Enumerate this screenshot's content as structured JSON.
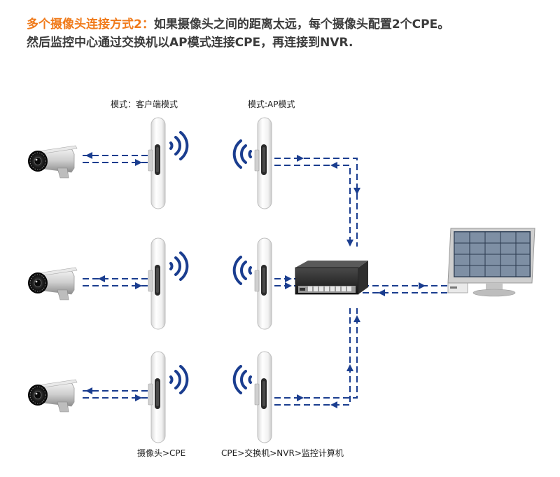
{
  "header": {
    "title_highlight": "多个摄像头连接方式2：",
    "title_rest": "如果摄像头之间的距离太远，每个摄像头配置2个CPE。",
    "subtitle": "然后监控中心通过交换机以AP模式连接CPE，再连接到NVR."
  },
  "labels": {
    "client_mode": "模式：客户端模式",
    "ap_mode": "模式:AP模式",
    "camera_to_cpe": "摄像头>CPE",
    "cpe_chain": "CPE>交换机>NVR>监控计算机"
  },
  "colors": {
    "accent": "#f07a1a",
    "link": "#1a3d8f",
    "wifi": "#1a3d8f"
  },
  "icons": [
    "camera-icon",
    "cpe-icon",
    "wifi-icon",
    "switch-icon",
    "monitor-icon",
    "nvr-icon"
  ]
}
